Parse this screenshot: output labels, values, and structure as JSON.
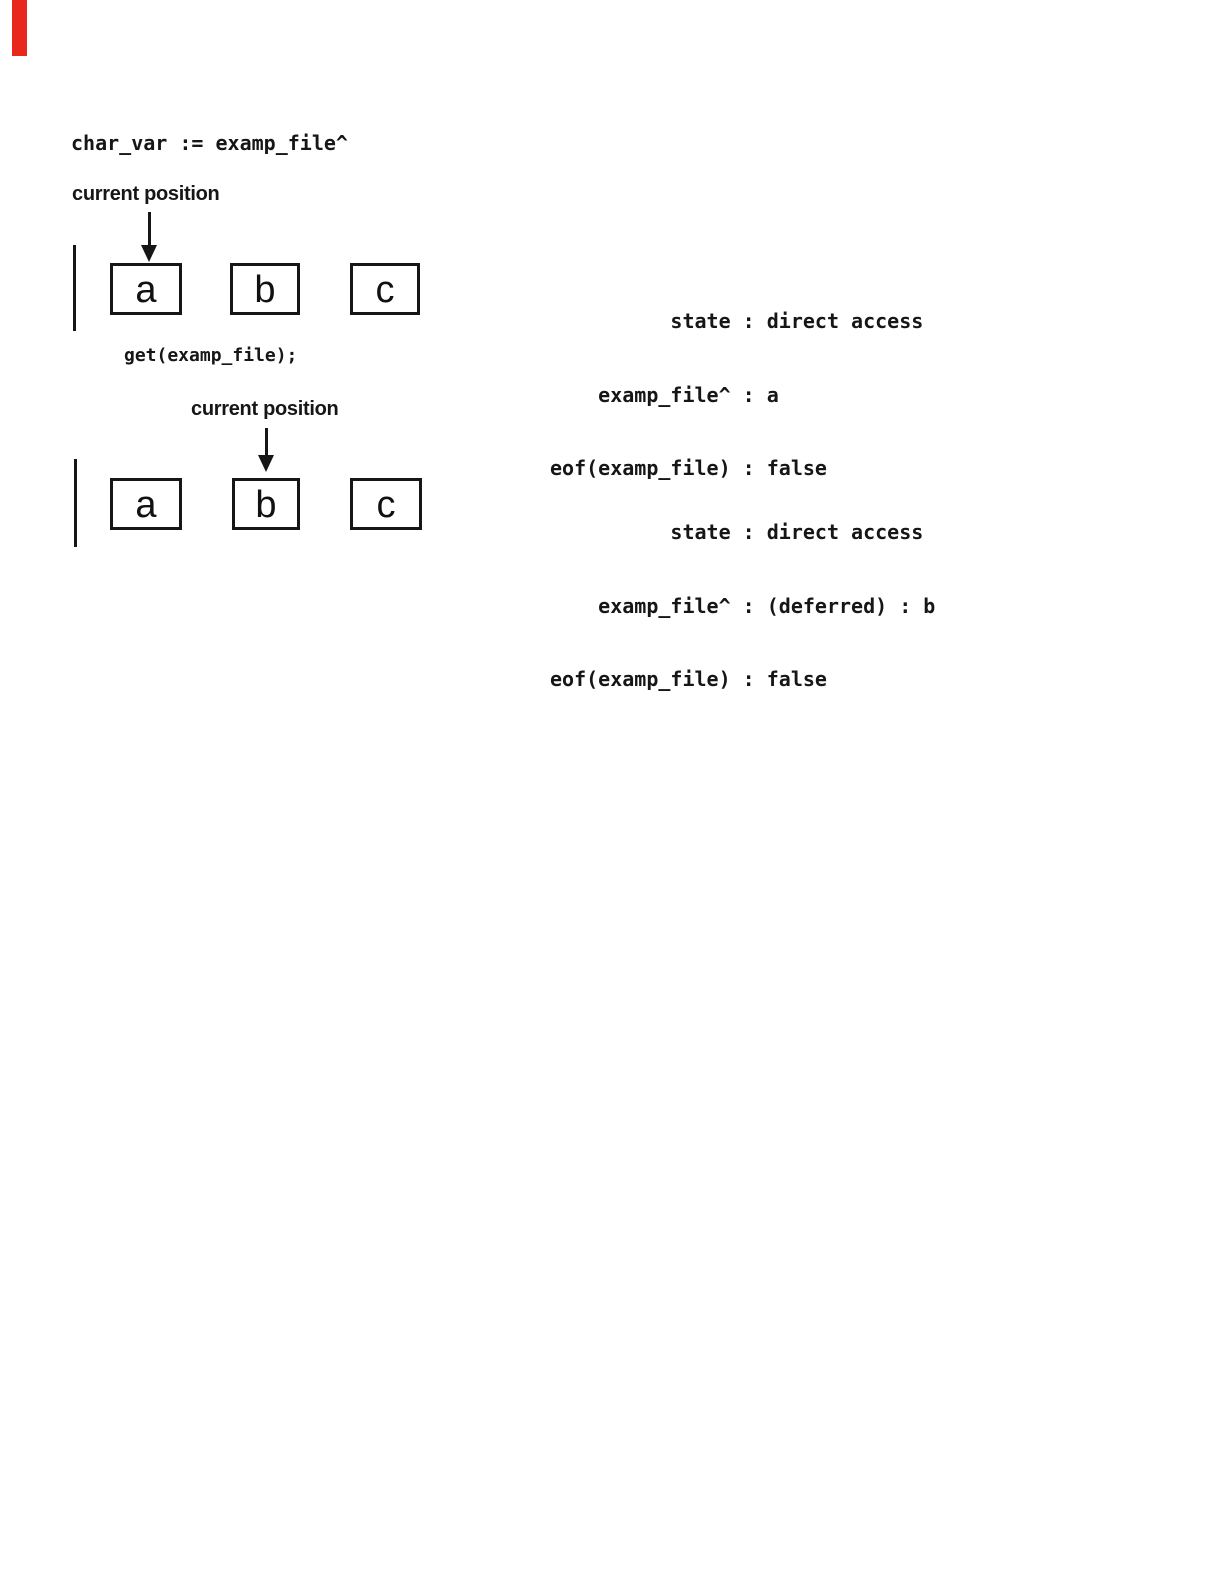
{
  "colors": {
    "ink": "#161616",
    "paper": "#ffffff",
    "red_margin_mark": "#e8271d"
  },
  "code_statement": "char_var := examp_file^",
  "get_statement": "get(examp_file);",
  "sections": [
    {
      "pointer_label": "current position",
      "cells": [
        "a",
        "b",
        "c"
      ],
      "state_lines": [
        "          state : direct access",
        "    examp_file^ : a",
        "eof(examp_file) : false"
      ]
    },
    {
      "pointer_label": "current position",
      "cells": [
        "a",
        "b",
        "c"
      ],
      "state_lines": [
        "          state : direct access",
        "    examp_file^ : (deferred) : b",
        "eof(examp_file) : false"
      ]
    }
  ]
}
